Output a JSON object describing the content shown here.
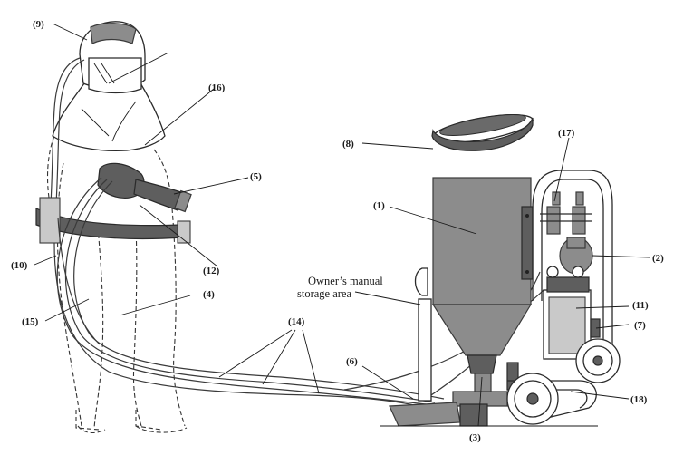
{
  "labels": {
    "l1": "(1)",
    "l2": "(2)",
    "l3": "(3)",
    "l4": "(4)",
    "l5": "(5)",
    "l6": "(6)",
    "l7": "(7)",
    "l8": "(8)",
    "l9": "(9)",
    "l10": "(10)",
    "l11": "(11)",
    "l12": "(12)",
    "l14": "(14)",
    "l15": "(15)",
    "l16": "(16)",
    "l17": "(17)",
    "l18": "(18)"
  },
  "note": {
    "line1": "Owner’s manual",
    "line2": "storage area"
  }
}
